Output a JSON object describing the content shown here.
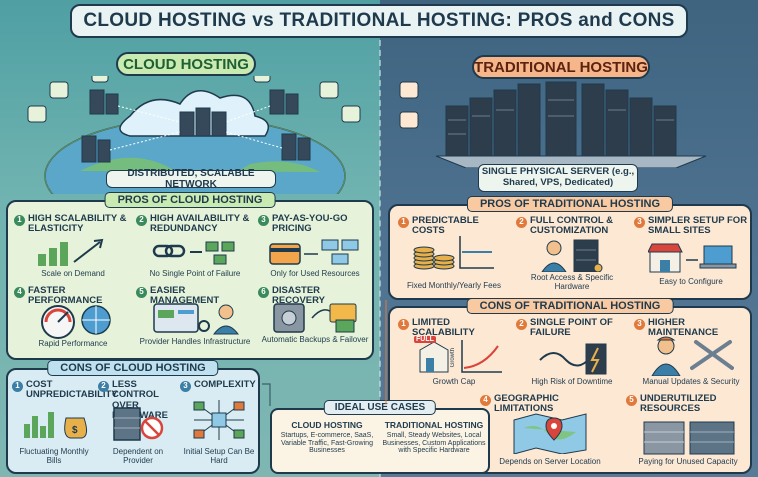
{
  "title": "CLOUD HOSTING vs TRADITIONAL HOSTING: PROS and CONS",
  "cloud": {
    "label": "CLOUD HOSTING",
    "network_caption": "DISTRIBUTED, SCALABLE NETWORK",
    "pros_title": "PROS OF CLOUD HOSTING",
    "pros": [
      {
        "num": "1",
        "title": "HIGH SCALABILITY & ELASTICITY",
        "desc": "Scale on Demand"
      },
      {
        "num": "2",
        "title": "HIGH AVAILABILITY & REDUNDANCY",
        "desc": "No Single Point of Failure"
      },
      {
        "num": "3",
        "title": "PAY-AS-YOU-GO PRICING",
        "desc": "Only for Used Resources"
      },
      {
        "num": "4",
        "title": "FASTER PERFORMANCE",
        "desc": "Rapid Performance"
      },
      {
        "num": "5",
        "title": "EASIER MANAGEMENT",
        "desc": "Provider Handles Infrastructure"
      },
      {
        "num": "6",
        "title": "DISASTER RECOVERY",
        "desc": "Automatic Backups & Failover"
      }
    ],
    "cons_title": "CONS OF CLOUD HOSTING",
    "cons": [
      {
        "num": "1",
        "title": "COST UNPREDICTABILITY",
        "desc": "Fluctuating Monthly Bills"
      },
      {
        "num": "2",
        "title": "LESS CONTROL OVER HARDWARE",
        "desc": "Dependent on Provider"
      },
      {
        "num": "3",
        "title": "COMPLEXITY",
        "desc": "Initial Setup Can Be Hard"
      }
    ]
  },
  "traditional": {
    "label": "TRADITIONAL HOSTING",
    "server_caption": "SINGLE PHYSICAL SERVER (e.g., Shared, VPS, Dedicated)",
    "pros_title": "PROS OF TRADITIONAL HOSTING",
    "pros": [
      {
        "num": "1",
        "title": "PREDICTABLE COSTS",
        "desc": "Fixed Monthly/Yearly Fees"
      },
      {
        "num": "2",
        "title": "FULL CONTROL & CUSTOMIZATION",
        "desc": "Root Access & Specific Hardware"
      },
      {
        "num": "3",
        "title": "SIMPLER SETUP FOR SMALL SITES",
        "desc": "Easy to Configure"
      }
    ],
    "cons_title": "CONS OF TRADITIONAL HOSTING",
    "cons": [
      {
        "num": "1",
        "title": "LIMITED SCALABILITY",
        "desc": "Growth Cap"
      },
      {
        "num": "2",
        "title": "SINGLE POINT OF FAILURE",
        "desc": "High Risk of Downtime"
      },
      {
        "num": "3",
        "title": "HIGHER MAINTENANCE",
        "desc": "Manual Updates & Security"
      },
      {
        "num": "4",
        "title": "GEOGRAPHIC LIMITATIONS",
        "desc": "Depends on Server Location"
      },
      {
        "num": "5",
        "title": "UNDERUTILIZED RESOURCES",
        "desc": "Paying for Unused Capacity"
      }
    ],
    "full_label": "FULL",
    "growth_label": "Growth"
  },
  "ideal": {
    "title": "IDEAL USE CASES",
    "cloud_title": "CLOUD HOSTING",
    "cloud_body": "Startups, E-commerce, SaaS, Variable Traffic, Fast-Growing Businesses",
    "trad_title": "TRADITIONAL HOSTING",
    "trad_body": "Small, Steady Websites, Local Businesses, Custom Applications with Specific Hardware"
  },
  "colors": {
    "navy": "#1e3a4c",
    "cloud_green": "#c9eab0",
    "trad_orange": "#f7b58a"
  }
}
